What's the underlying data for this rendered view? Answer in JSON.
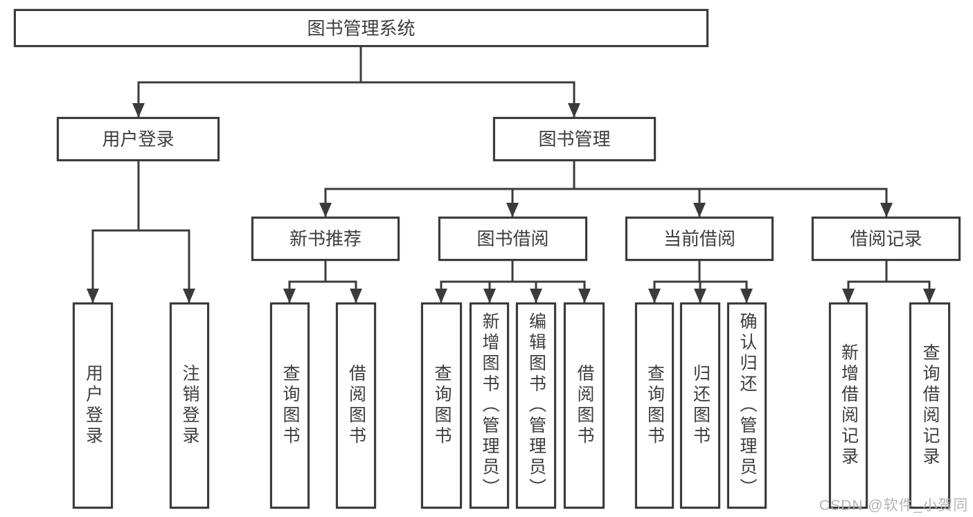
{
  "tree": {
    "root": "图书管理系统",
    "user_login": {
      "label": "用户登录",
      "children": [
        "用户登录",
        "注销登录"
      ]
    },
    "book_mgmt": {
      "label": "图书管理",
      "new_book": {
        "label": "新书推荐",
        "children": [
          "查询图书",
          "借阅图书"
        ]
      },
      "borrow": {
        "label": "图书借阅",
        "children": [
          "查询图书",
          "新增图书（管理员）",
          "编辑图书（管理员）",
          "借阅图书"
        ]
      },
      "current": {
        "label": "当前借阅",
        "children": [
          "查询图书",
          "归还图书",
          "确认归还（管理员）"
        ]
      },
      "records": {
        "label": "借阅记录",
        "children": [
          "新增借阅记录",
          "查询借阅记录"
        ]
      }
    }
  },
  "watermark": "CSDN @软件_小贺同学",
  "colors": {
    "line": "#3b3b3b",
    "text": "#3d3d3d",
    "background": "#ffffff",
    "watermark": "#b4b4b4"
  }
}
